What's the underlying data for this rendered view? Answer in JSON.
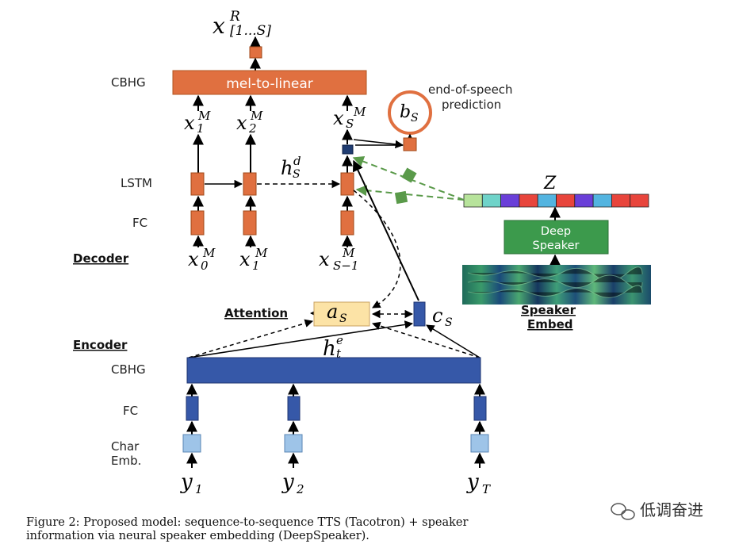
{
  "decoder": {
    "output_top": "x",
    "output_top_sup": "R",
    "output_top_sub": "[1...S]",
    "cbhg_label": "CBHG",
    "mel_box": "mel-to-linear",
    "eos_label_1": "end-of-speech",
    "eos_label_2": "prediction",
    "bs": "b",
    "bs_sub": "S",
    "x_sup": "M",
    "x1_sub": "1",
    "x2_sub": "2",
    "xs_sub": "S",
    "hd": "h",
    "hd_sub": "S",
    "hd_sup": "d",
    "lstm_label": "LSTM",
    "fc_label": "FC",
    "title": "Decoder",
    "x0_sub": "0",
    "x1b_sub": "1",
    "xs1_sub": "S−1",
    "z": "Z"
  },
  "speaker": {
    "deep_1": "Deep",
    "deep_2": "Speaker",
    "embed_1": "Speaker",
    "embed_2": "Embed",
    "colors": [
      "#b7e39b",
      "#6fd3c9",
      "#6a3fd8",
      "#e8453c",
      "#53b4e0",
      "#e8453c",
      "#6a3fd8",
      "#53b4e0",
      "#e8453c",
      "#e8453c"
    ]
  },
  "attention": {
    "label": "Attention",
    "as": "a",
    "as_sub": "S",
    "cs": "c",
    "cs_sub": "S"
  },
  "encoder": {
    "title": "Encoder",
    "he": "h",
    "he_sub": "t",
    "he_sup": "e",
    "cbhg_label": "CBHG",
    "fc_label": "FC",
    "char_1": "Char",
    "char_2": "Emb.",
    "y": "y",
    "y1_sub": "1",
    "y2_sub": "2",
    "yT_sub": "T"
  },
  "caption": {
    "line1": "Figure 2:  Proposed model:  sequence-to-sequence TTS (Tacotron) + speaker",
    "line2": "information via neural speaker embedding (DeepSpeaker)."
  },
  "watermark": {
    "text": "低调奋进",
    "icon": "wechat-icon"
  }
}
